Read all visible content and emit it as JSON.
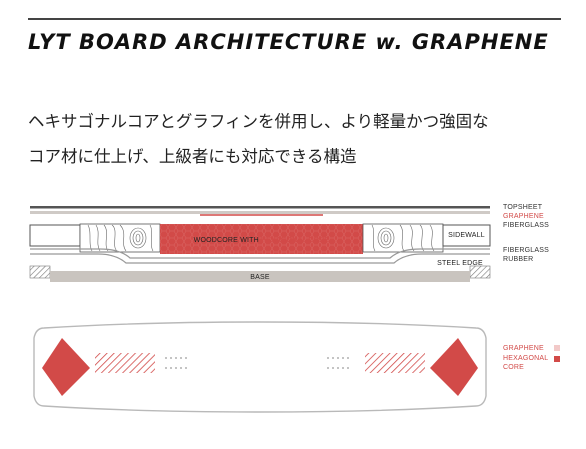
{
  "title": "LYT BOARD ARCHITECTURE w. GRAPHENE",
  "description": [
    "ヘキサゴナルコアとグラフィンを併用し、より軽量かつ強固な",
    "コア材に仕上げ、上級者にも対応できる構造"
  ],
  "cross_section": {
    "layers": [
      "TOPSHEET",
      "GRAPHENE",
      "FIBERGLASS",
      "FIBERGLASS",
      "RUBBER"
    ],
    "woodcore_label": "WOODCORE WITH",
    "hex_label": "HEXAGONAL CORE",
    "sidewall_label": "SIDEWALL",
    "steel_edge_label": "STEEL EDGE",
    "base_label": "BASE"
  },
  "legend": {
    "graphene": "GRAPHENE",
    "hex_core": [
      "HEXAGONAL",
      "CORE"
    ]
  },
  "colors": {
    "accent": "#d24a48",
    "graphene_swatch": "#f2c9c8",
    "gray": "#c9c4bf",
    "dark": "#555555"
  }
}
